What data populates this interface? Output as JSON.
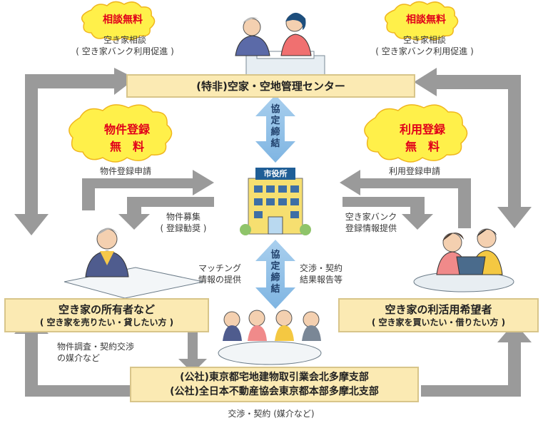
{
  "clouds": {
    "consult_left": "相談無料",
    "consult_right": "相談無料",
    "property_line1": "物件登録",
    "property_line2": "無　料",
    "use_line1": "利用登録",
    "use_line2": "無　料"
  },
  "notes": {
    "consult_left_1": "空き家相談",
    "consult_left_2": "( 空き家バンク利用促進 )",
    "consult_right_1": "空き家相談",
    "consult_right_2": "( 空き家バンク利用促進 )",
    "property_apply": "物件登録申請",
    "use_apply": "利用登録申請",
    "recruit_1": "物件募集",
    "recruit_2": "( 登録勧奨 )",
    "bank_report_1": "空き家バンク",
    "bank_report_2": "登録情報提供",
    "matching_1": "マッチング",
    "matching_2": "情報の提供",
    "negotiation_1": "交渉・契約",
    "negotiation_2": "結果報告等",
    "survey_1": "物件調査・契約交渉",
    "survey_2": "の媒介など",
    "bottom": "交渉・契約 (媒介など)"
  },
  "agreement": {
    "top": "協定締結",
    "bottom": "協定締結"
  },
  "boxes": {
    "center": "(特非)空家・空地管理センター",
    "owner_title": "空き家の所有者など",
    "owner_sub": "( 空き家を売りたい・貸したい方 )",
    "user_title": "空き家の利活用希望者",
    "user_sub": "( 空き家を買いたい・借りたい方 )",
    "realty_1": "(公社)東京都宅地建物取引業会北多摩支部",
    "realty_2": "(公社)全日本不動産協会東京都本部多摩北支部"
  },
  "city_hall": "市役所"
}
